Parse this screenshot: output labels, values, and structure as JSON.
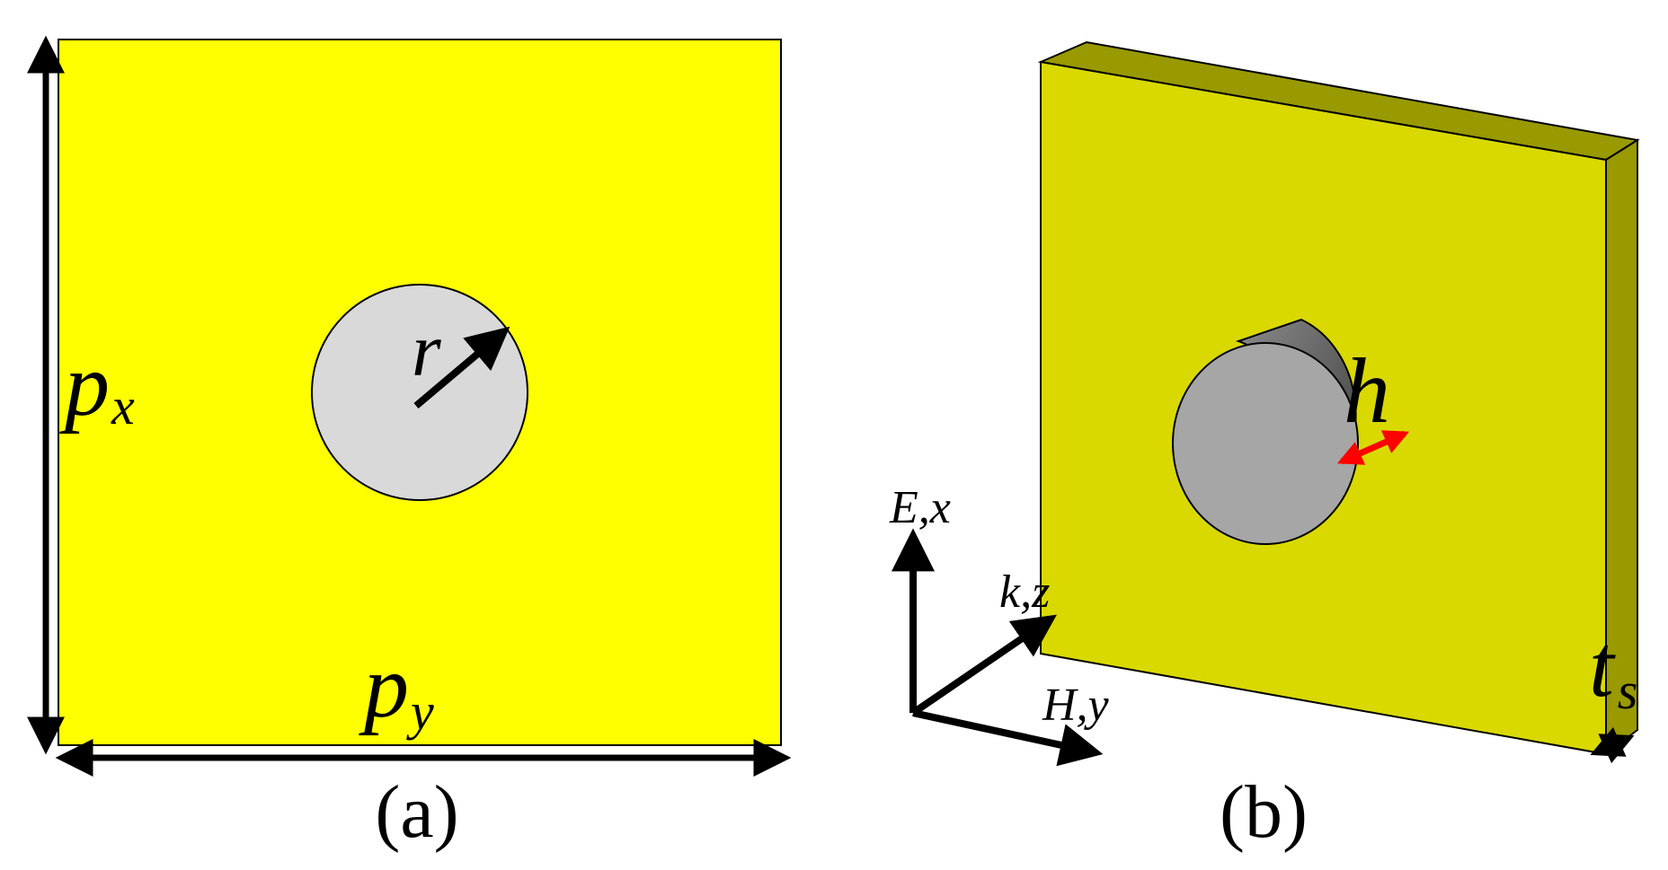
{
  "panel_a": {
    "caption": "(a)",
    "label_px": "p",
    "label_px_sub": "x",
    "label_py": "p",
    "label_py_sub": "y",
    "label_r": "r"
  },
  "panel_b": {
    "caption": "(b)",
    "label_h": "h",
    "label_ts": "t",
    "label_ts_sub": "s",
    "axis_e": "E,x",
    "axis_k": "k,z",
    "axis_h": "H,y"
  },
  "colors": {
    "plate_a": "#ffff00",
    "plate_b_front": "#d9d900",
    "plate_b_side": "#999900",
    "hole": "#d9d9d9",
    "cylinder_face": "#a6a6a6",
    "cylinder_body": "#666666",
    "arrow_red": "#ff0000",
    "ink": "#000000"
  }
}
